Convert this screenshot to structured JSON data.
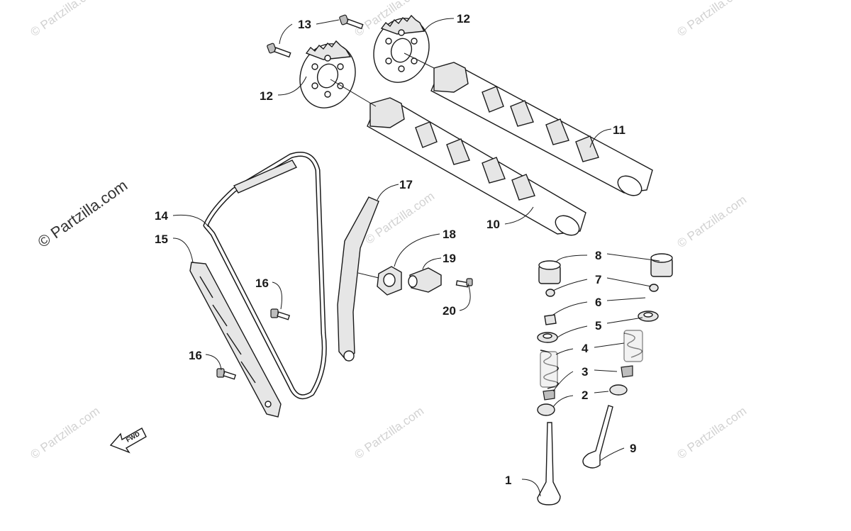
{
  "watermark": {
    "main": "© Partzilla.com",
    "tile": "© Partzilla.com"
  },
  "fwd_label": "FWD",
  "callouts": [
    "1",
    "2",
    "3",
    "4",
    "5",
    "6",
    "7",
    "8",
    "9",
    "10",
    "11",
    "12",
    "12",
    "13",
    "14",
    "15",
    "16",
    "16",
    "17",
    "18",
    "19",
    "20"
  ]
}
